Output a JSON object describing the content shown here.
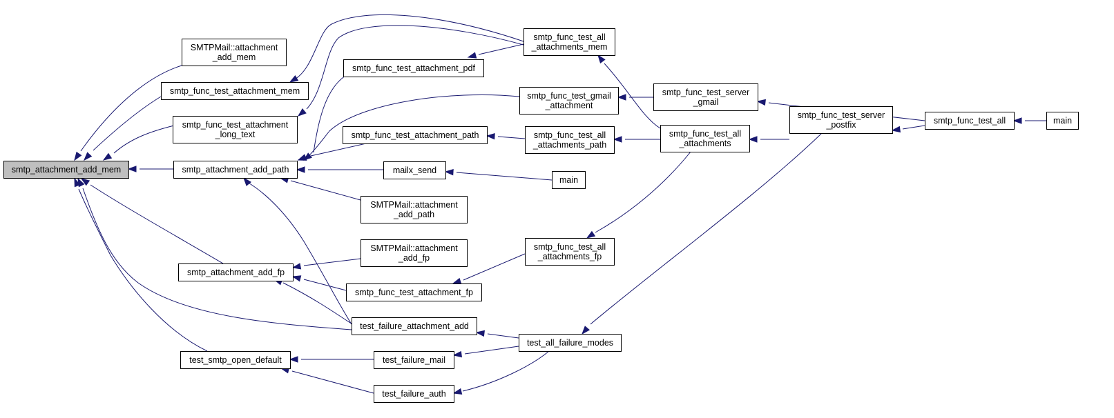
{
  "graph": {
    "colors": {
      "edge": "#191970",
      "root_fill": "#bfbfbf",
      "node_fill": "#ffffff",
      "border": "#000000"
    },
    "nodes": [
      {
        "id": "n_root",
        "lines": [
          "smtp_attachment_add_mem"
        ],
        "root": true
      },
      {
        "id": "n_smtpmail_mem",
        "lines": [
          "SMTPMail::attachment",
          "_add_mem"
        ]
      },
      {
        "id": "n_test_att_mem",
        "lines": [
          "smtp_func_test_attachment_mem"
        ]
      },
      {
        "id": "n_test_long",
        "lines": [
          "smtp_func_test_attachment",
          "_long_text"
        ]
      },
      {
        "id": "n_add_path",
        "lines": [
          "smtp_attachment_add_path"
        ]
      },
      {
        "id": "n_add_fp",
        "lines": [
          "smtp_attachment_add_fp"
        ]
      },
      {
        "id": "n_open_default",
        "lines": [
          "test_smtp_open_default"
        ]
      },
      {
        "id": "n_all_att_mem",
        "lines": [
          "smtp_func_test_all",
          "_attachments_mem"
        ]
      },
      {
        "id": "n_att_pdf",
        "lines": [
          "smtp_func_test_attachment_pdf"
        ]
      },
      {
        "id": "n_gmail_att",
        "lines": [
          "smtp_func_test_gmail",
          "_attachment"
        ]
      },
      {
        "id": "n_att_path",
        "lines": [
          "smtp_func_test_attachment_path"
        ]
      },
      {
        "id": "n_mailx",
        "lines": [
          "mailx_send"
        ]
      },
      {
        "id": "n_smtpmail_path",
        "lines": [
          "SMTPMail::attachment",
          "_add_path"
        ]
      },
      {
        "id": "n_smtpmail_fp",
        "lines": [
          "SMTPMail::attachment",
          "_add_fp"
        ]
      },
      {
        "id": "n_att_fp",
        "lines": [
          "smtp_func_test_attachment_fp"
        ]
      },
      {
        "id": "n_fail_att",
        "lines": [
          "test_failure_attachment_add"
        ]
      },
      {
        "id": "n_fail_mail",
        "lines": [
          "test_failure_mail"
        ]
      },
      {
        "id": "n_fail_auth",
        "lines": [
          "test_failure_auth"
        ]
      },
      {
        "id": "n_server_gmail",
        "lines": [
          "smtp_func_test_server",
          "_gmail"
        ]
      },
      {
        "id": "n_all_att_path",
        "lines": [
          "smtp_func_test_all",
          "_attachments_path"
        ]
      },
      {
        "id": "n_all_att",
        "lines": [
          "smtp_func_test_all",
          "_attachments"
        ]
      },
      {
        "id": "n_main_mailx",
        "lines": [
          "main"
        ]
      },
      {
        "id": "n_all_att_fp",
        "lines": [
          "smtp_func_test_all",
          "_attachments_fp"
        ]
      },
      {
        "id": "n_all_fail",
        "lines": [
          "test_all_failure_modes"
        ]
      },
      {
        "id": "n_server_postfix",
        "lines": [
          "smtp_func_test_server",
          "_postfix"
        ]
      },
      {
        "id": "n_test_all",
        "lines": [
          "smtp_func_test_all"
        ]
      },
      {
        "id": "n_main_all",
        "lines": [
          "main"
        ]
      }
    ]
  }
}
